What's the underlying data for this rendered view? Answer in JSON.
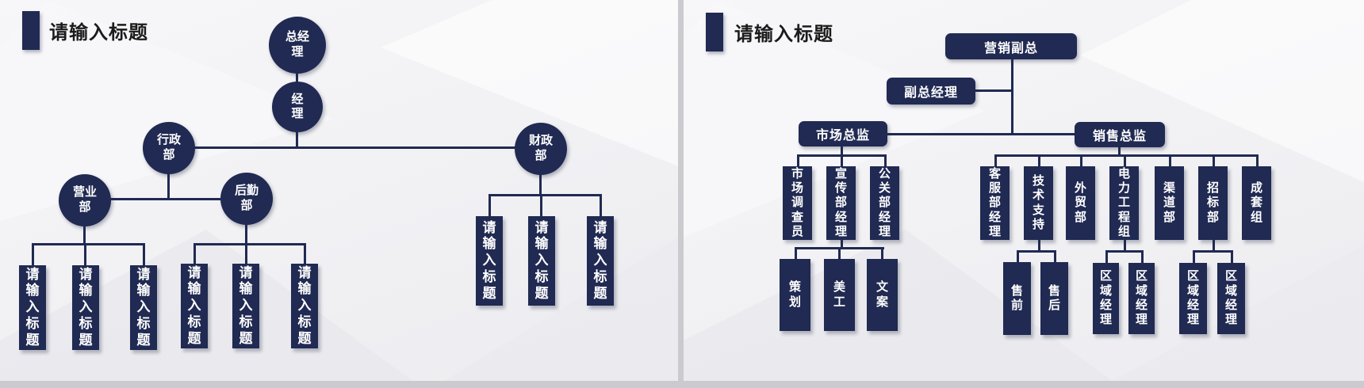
{
  "colors": {
    "navy": "#202a52",
    "slide_background": "#f2f2f4",
    "outer_background": "#cbcbcf",
    "title_text": "#1b1b1b"
  },
  "left_slide": {
    "title": "请输入标题",
    "nodes": {
      "general_manager": "总经理",
      "manager": "经理",
      "admin_dept": "行政部",
      "finance_dept": "财政部",
      "business_dept": "营业部",
      "logistics_dept": "后勤部"
    },
    "leaves": [
      "请输入标题",
      "请输入标题",
      "请输入标题",
      "请输入标题",
      "请输入标题",
      "请输入标题",
      "请输入标题",
      "请输入标题",
      "请输入标题"
    ]
  },
  "right_slide": {
    "title": "请输入标题",
    "nodes": {
      "marketing_vp": "营销副总",
      "deputy_general_manager": "副总经理",
      "market_director": "市场总监",
      "sales_director": "销售总监",
      "market_researcher": "市场调查员",
      "promotion_dept_manager": "宣传部经理",
      "pr_dept_manager": "公关部经理",
      "planning": "策划",
      "art_designer": "美工",
      "copywriter": "文案",
      "customer_service_manager": "客服部经理",
      "tech_support": "技术支持",
      "foreign_trade_dept": "外贸部",
      "power_engineering_group": "电力工程组",
      "channel_dept": "渠道部",
      "bidding_dept": "招标部",
      "complete_set_group": "成套组",
      "pre_sales": "售前",
      "after_sales": "售后",
      "regional_manager_1": "区域经理",
      "regional_manager_2": "区域经理",
      "regional_manager_3": "区域经理",
      "regional_manager_4": "区域经理"
    }
  }
}
